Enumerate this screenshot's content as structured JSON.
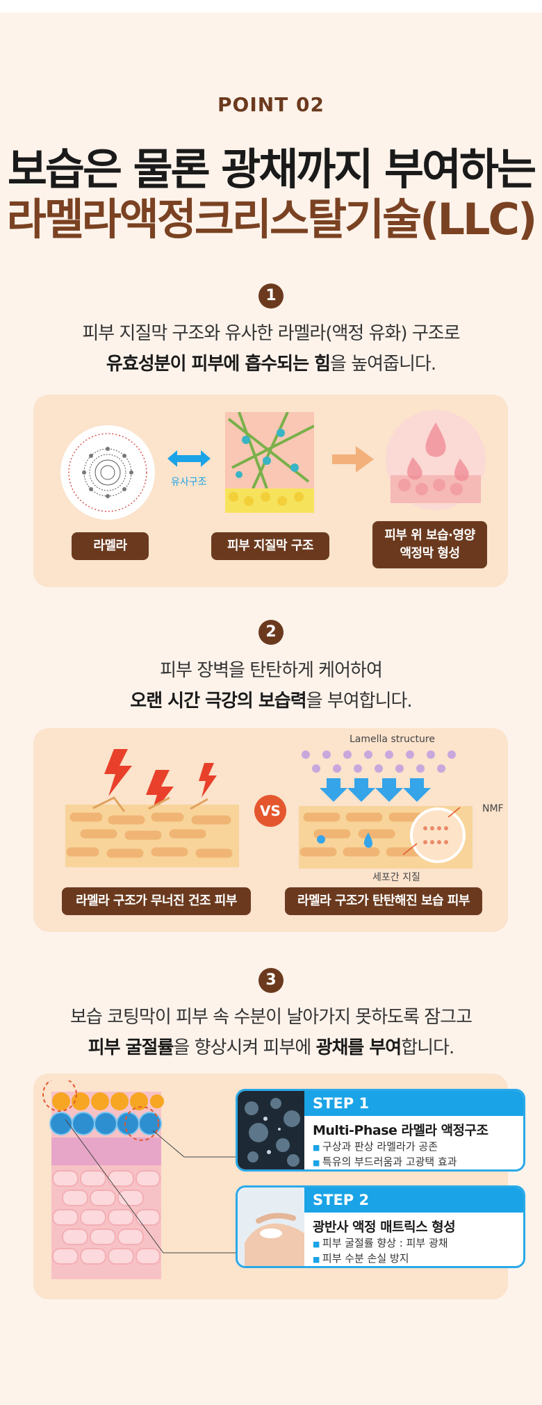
{
  "header": {
    "point_label": "POINT 02",
    "headline_line1": "보습은 물론 광채까지 부여하는",
    "headline_line2": "라멜라액정크리스탈기술(LLC)"
  },
  "section1": {
    "number": "1",
    "desc_line1": "피부 지질막 구조와 유사한 라멜라(액정 유화) 구조로",
    "desc_line2_bold": "유효성분이 피부에 흡수되는 힘",
    "desc_line2_rest": "을 높여줍니다.",
    "similar_label": "유사구조",
    "pill1": "라멜라",
    "pill2": "피부 지질막 구조",
    "pill3_line1": "피부 위 보습·영양",
    "pill3_line2": "액정막 형성"
  },
  "section2": {
    "number": "2",
    "desc_line1": "피부 장벽을 탄탄하게 케어하여",
    "desc_line2_bold": "오랜 시간 극강의 보습력",
    "desc_line2_rest": "을 부여합니다.",
    "vs_label": "VS",
    "lamella_label": "Lamella structure",
    "nmf_label": "NMF",
    "intercell_label": "세포간 지질",
    "pill_left": "라멜라 구조가 무너진 건조 피부",
    "pill_right": "라멜라 구조가 탄탄해진 보습 피부"
  },
  "section3": {
    "number": "3",
    "desc_line1": "보습 코팅막이 피부 속 수분이 날아가지 못하도록 잠그고",
    "desc_line2_bold1": "피부 굴절률",
    "desc_line2_mid": "을 향상시켜 피부에 ",
    "desc_line2_bold2": "광채를 부여",
    "desc_line2_rest": "합니다.",
    "step1": {
      "head": "STEP 1",
      "title": "Multi-Phase 라멜라 액정구조",
      "bullet1": "구상과 판상 라멜라가 공존",
      "bullet2": "특유의 부드러움과 고광택 효과"
    },
    "step2": {
      "head": "STEP 2",
      "title": "광반사 액정 매트릭스 형성",
      "bullet1": "피부 굴절률 향상 : 피부 광채",
      "bullet2": "피부 수분 손실 방지"
    }
  },
  "colors": {
    "background": "#fdf3eb",
    "panel": "#fbe3cc",
    "brown": "#6b3a1e",
    "accent_blue": "#1aa3e6",
    "vs_red": "#e4572e"
  }
}
